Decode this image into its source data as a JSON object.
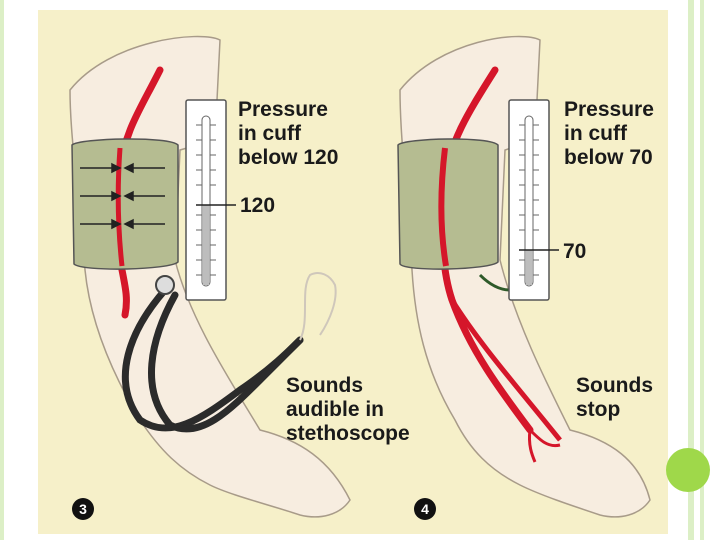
{
  "left_panel": {
    "step": "3",
    "cuff_label": "Pressure\nin cuff\nbelow 120",
    "gauge_value": "120",
    "sound_label": "Sounds\naudible in\nstethoscope"
  },
  "right_panel": {
    "step": "4",
    "cuff_label": "Pressure\nin cuff\nbelow 70",
    "gauge_value": "70",
    "sound_label": "Sounds\nstop"
  },
  "colors": {
    "background": "#f6f0c9",
    "cuff": "#b5bc91",
    "artery": "#d5162a",
    "skin": "#f7ede0",
    "accent_green": "#9fd84a"
  }
}
